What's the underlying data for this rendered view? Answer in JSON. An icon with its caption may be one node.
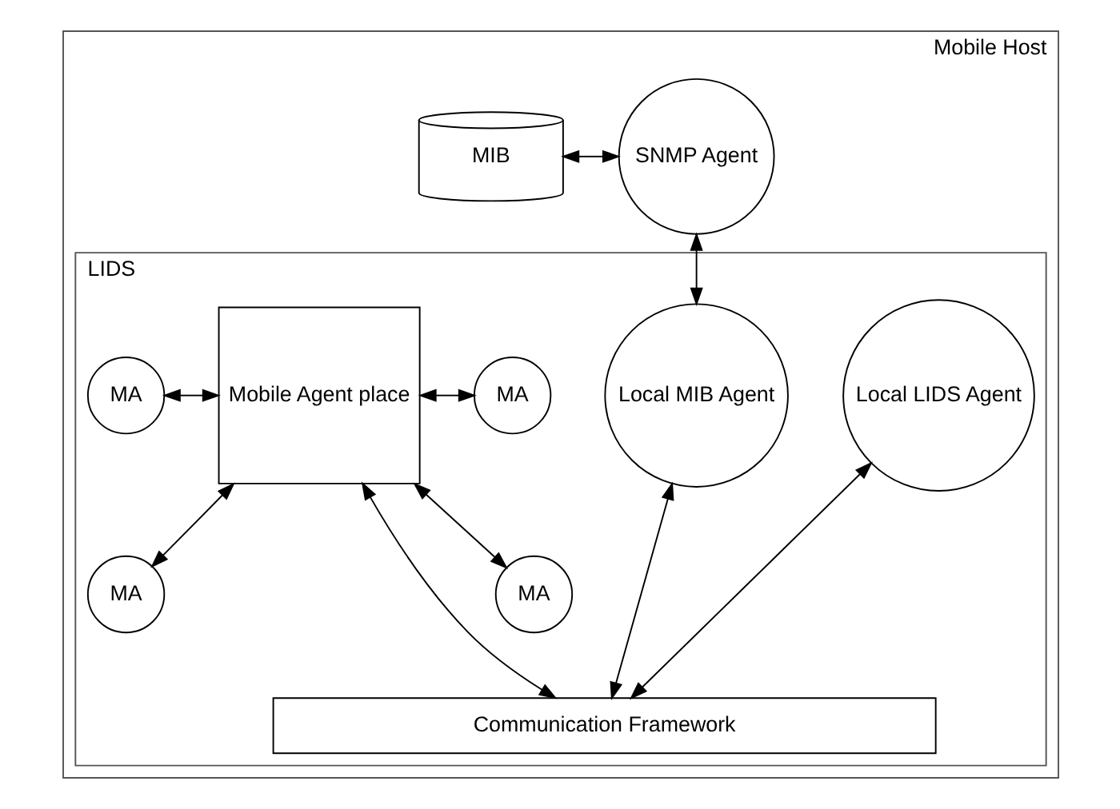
{
  "diagram": {
    "nodes": [
      {
        "text": [
          "Mobile Host"
        ]
      },
      {
        "text": [
          "MIB"
        ],
        "in": 0
      },
      {
        "text": [
          "SNMP Agent"
        ],
        "in": 0
      },
      {
        "text": [
          "LIDS"
        ],
        "in": 0
      },
      {
        "text": [
          "Local LIDS Agent"
        ],
        "in": 3
      },
      {
        "text": [
          "Local MIB Agent"
        ],
        "in": 3
      },
      {
        "text": [
          "MA"
        ],
        "in": 3
      },
      {
        "text": [
          "MA"
        ],
        "in": 3
      },
      {
        "text": [
          "Mobile Agent place"
        ],
        "in": 3
      },
      {
        "text": [
          "MA"
        ],
        "in": 3
      },
      {
        "text": [
          "MA"
        ],
        "in": 3
      },
      {
        "text": [
          "Communication Framework"
        ],
        "in": 3
      }
    ],
    "edges": [
      {
        "from": 1,
        "to": 2,
        "arrow": "both"
      },
      {
        "from": 2,
        "to": 5,
        "arrow": "both"
      },
      {
        "from": 6,
        "to": 8,
        "arrow": "both"
      },
      {
        "from": 7,
        "to": 8,
        "arrow": "both"
      },
      {
        "from": 8,
        "to": 9,
        "arrow": "both"
      },
      {
        "from": 8,
        "to": 10,
        "arrow": "both"
      },
      {
        "from": 4,
        "to": 11,
        "arrow": "both"
      },
      {
        "from": 5,
        "to": 11,
        "arrow": "both"
      },
      {
        "from": 8,
        "to": 11,
        "arrow": "both"
      }
    ]
  }
}
